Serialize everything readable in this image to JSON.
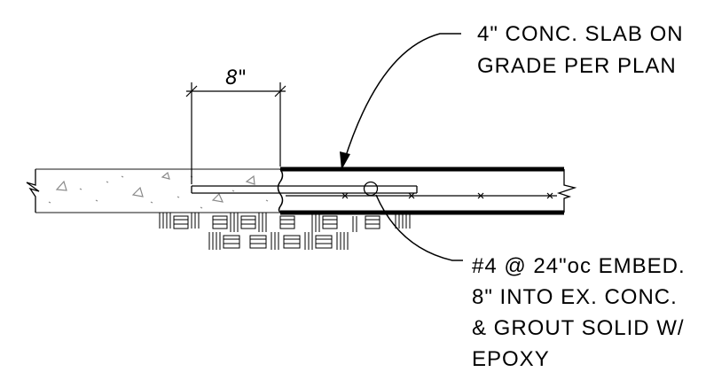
{
  "notes": {
    "slab_line1": "4\" CONC. SLAB ON",
    "slab_line2": "GRADE PER PLAN",
    "dowel_line1": "#4 @ 24\"oc EMBED.",
    "dowel_line2": "8\" INTO EX. CONC.",
    "dowel_line3": "& GROUT SOLID W/",
    "dowel_line4": "EPOXY"
  },
  "dimension": {
    "embed_length": "8\""
  },
  "colors": {
    "ink": "#000000",
    "existing_concrete": "#8a8a8a"
  }
}
